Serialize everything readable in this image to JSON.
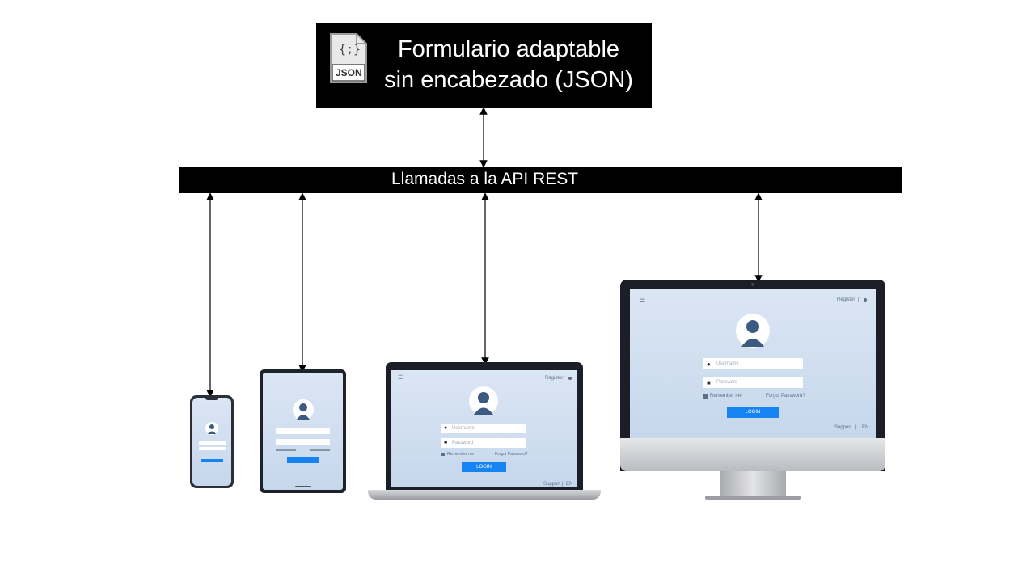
{
  "title": {
    "line1": "Formulario adaptable",
    "line2": "sin encabezado (JSON)",
    "icon_text": "{;}",
    "icon_label": "JSON",
    "icon": "json-file-icon"
  },
  "api_bar": {
    "label": "Llamadas a la API REST"
  },
  "login_form": {
    "username_placeholder": "Username",
    "password_placeholder": "Password",
    "remember_label": "Remember me",
    "forgot_label": "Forgot Password?",
    "login_button": "LOGIN",
    "register_link": "Register",
    "separator": "|",
    "support_link": "Support",
    "language": "EN"
  },
  "devices": [
    "phone",
    "tablet",
    "laptop",
    "desktop"
  ],
  "colors": {
    "box": "#000000",
    "screen": "#c6d7ec",
    "button": "#1683f2",
    "avatar": "#3d5a80"
  }
}
